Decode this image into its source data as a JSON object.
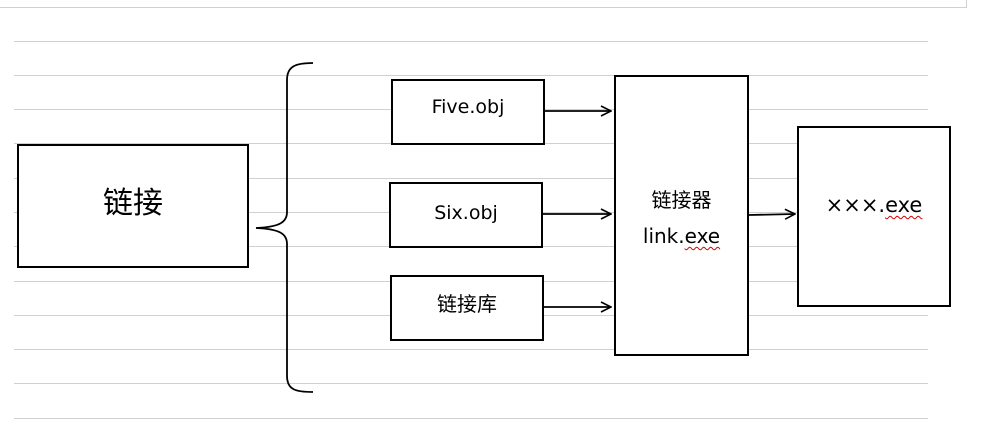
{
  "colors": {
    "stroke": "#000000",
    "rule_lines": "#d0d0d0",
    "spell_underline": "#d40000"
  },
  "diagram": {
    "left_box": {
      "label": "链接"
    },
    "inputs": [
      {
        "label": "Five.obj"
      },
      {
        "label": "Six.obj"
      },
      {
        "label": "链接库"
      }
    ],
    "linker": {
      "label_line1": "链接器",
      "label_line2_prefix": "link.",
      "label_line2_ext": "exe"
    },
    "output": {
      "label_prefix": "×××.",
      "label_ext": "exe"
    }
  }
}
